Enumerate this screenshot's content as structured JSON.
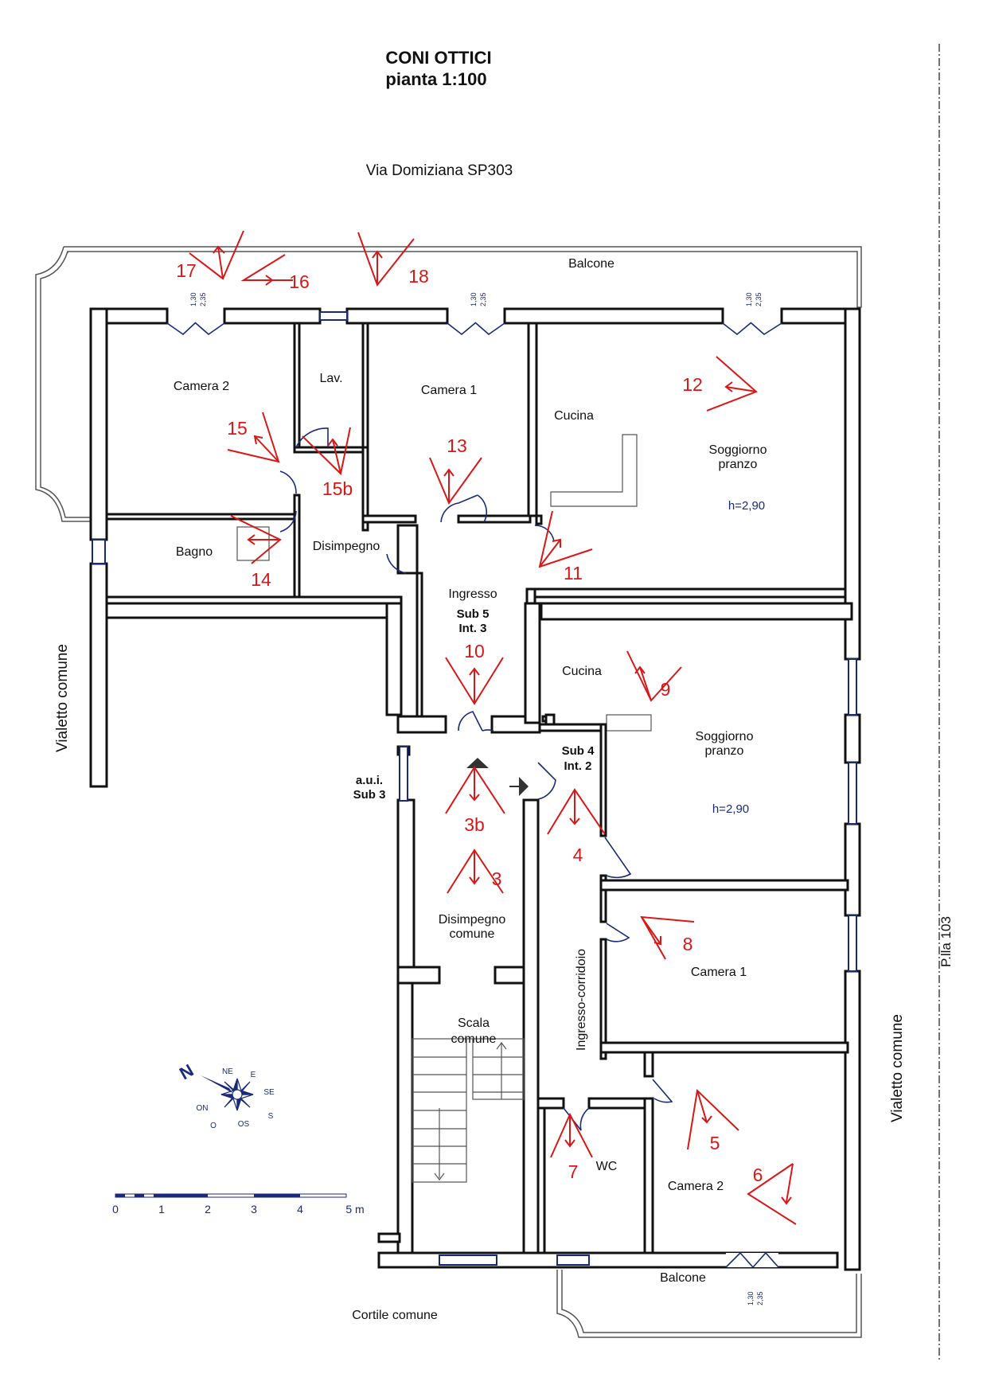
{
  "title": "CONI OTTICI",
  "subtitle": "pianta 1:100",
  "street": "Via Domiziana SP303",
  "labels": {
    "balcone_top": "Balcone",
    "balcone_bottom": "Balcone",
    "camera2_top": "Camera 2",
    "lav": "Lav.",
    "camera1_top": "Camera 1",
    "cucina_top": "Cucina",
    "soggiorno_top_1": "Soggiorno",
    "soggiorno_top_2": "pranzo",
    "h_top": "h=2,90",
    "bagno": "Bagno",
    "disimpegno_top": "Disimpegno",
    "ingresso": "Ingresso",
    "sub5": "Sub 5",
    "int3": "Int. 3",
    "cucina_mid": "Cucina",
    "soggiorno_mid_1": "Soggiorno",
    "soggiorno_mid_2": "pranzo",
    "h_mid": "h=2,90",
    "sub4": "Sub 4",
    "int2": "Int. 2",
    "aui": "a.u.i.",
    "sub3": "Sub 3",
    "disimpegno_comune_1": "Disimpegno",
    "disimpegno_comune_2": "comune",
    "ingresso_corridoio": "Ingresso-corridoio",
    "camera1_bottom": "Camera 1",
    "scala_1": "Scala",
    "scala_2": "comune",
    "wc": "WC",
    "camera2_bottom": "Camera 2",
    "cortile": "Cortile comune",
    "vialetto_left": "Vialetto comune",
    "vialetto_right": "Vialetto comune",
    "plla": "P.lla 103"
  },
  "window_dims": {
    "a": "1,30",
    "b": "2,35"
  },
  "cones": [
    "17",
    "16",
    "18",
    "12",
    "15",
    "15b",
    "13",
    "14",
    "11",
    "10",
    "9",
    "3b",
    "3",
    "4",
    "8",
    "5",
    "6",
    "7"
  ],
  "scale_bar": {
    "ticks": [
      "0",
      "1",
      "2",
      "3",
      "4",
      "5 m"
    ]
  },
  "compass": {
    "north": "N",
    "points": [
      "NE",
      "E",
      "SE",
      "S",
      "OS",
      "O",
      "ON"
    ]
  },
  "colors": {
    "walls": "#111111",
    "cones": "#d81818",
    "annotations": "#1a2a7a"
  }
}
